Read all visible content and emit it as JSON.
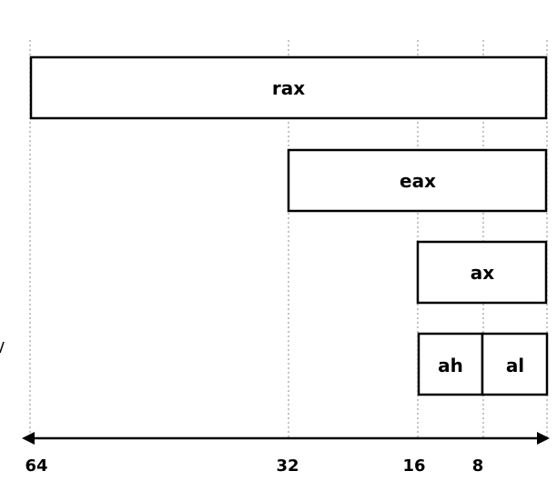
{
  "registers": {
    "rax": {
      "label": "rax",
      "from_bit": 64,
      "to_bit": 0
    },
    "eax": {
      "label": "eax",
      "from_bit": 32,
      "to_bit": 0
    },
    "ax": {
      "label": "ax",
      "from_bit": 16,
      "to_bit": 0
    },
    "ah": {
      "label": "ah",
      "from_bit": 16,
      "to_bit": 8
    },
    "al": {
      "label": "al",
      "from_bit": 8,
      "to_bit": 0
    }
  },
  "axis": {
    "ticks": [
      "64",
      "32",
      "16",
      "8"
    ]
  },
  "colors": {
    "stroke": "#000000",
    "grid": "#888888",
    "fill": "#ffffff"
  }
}
